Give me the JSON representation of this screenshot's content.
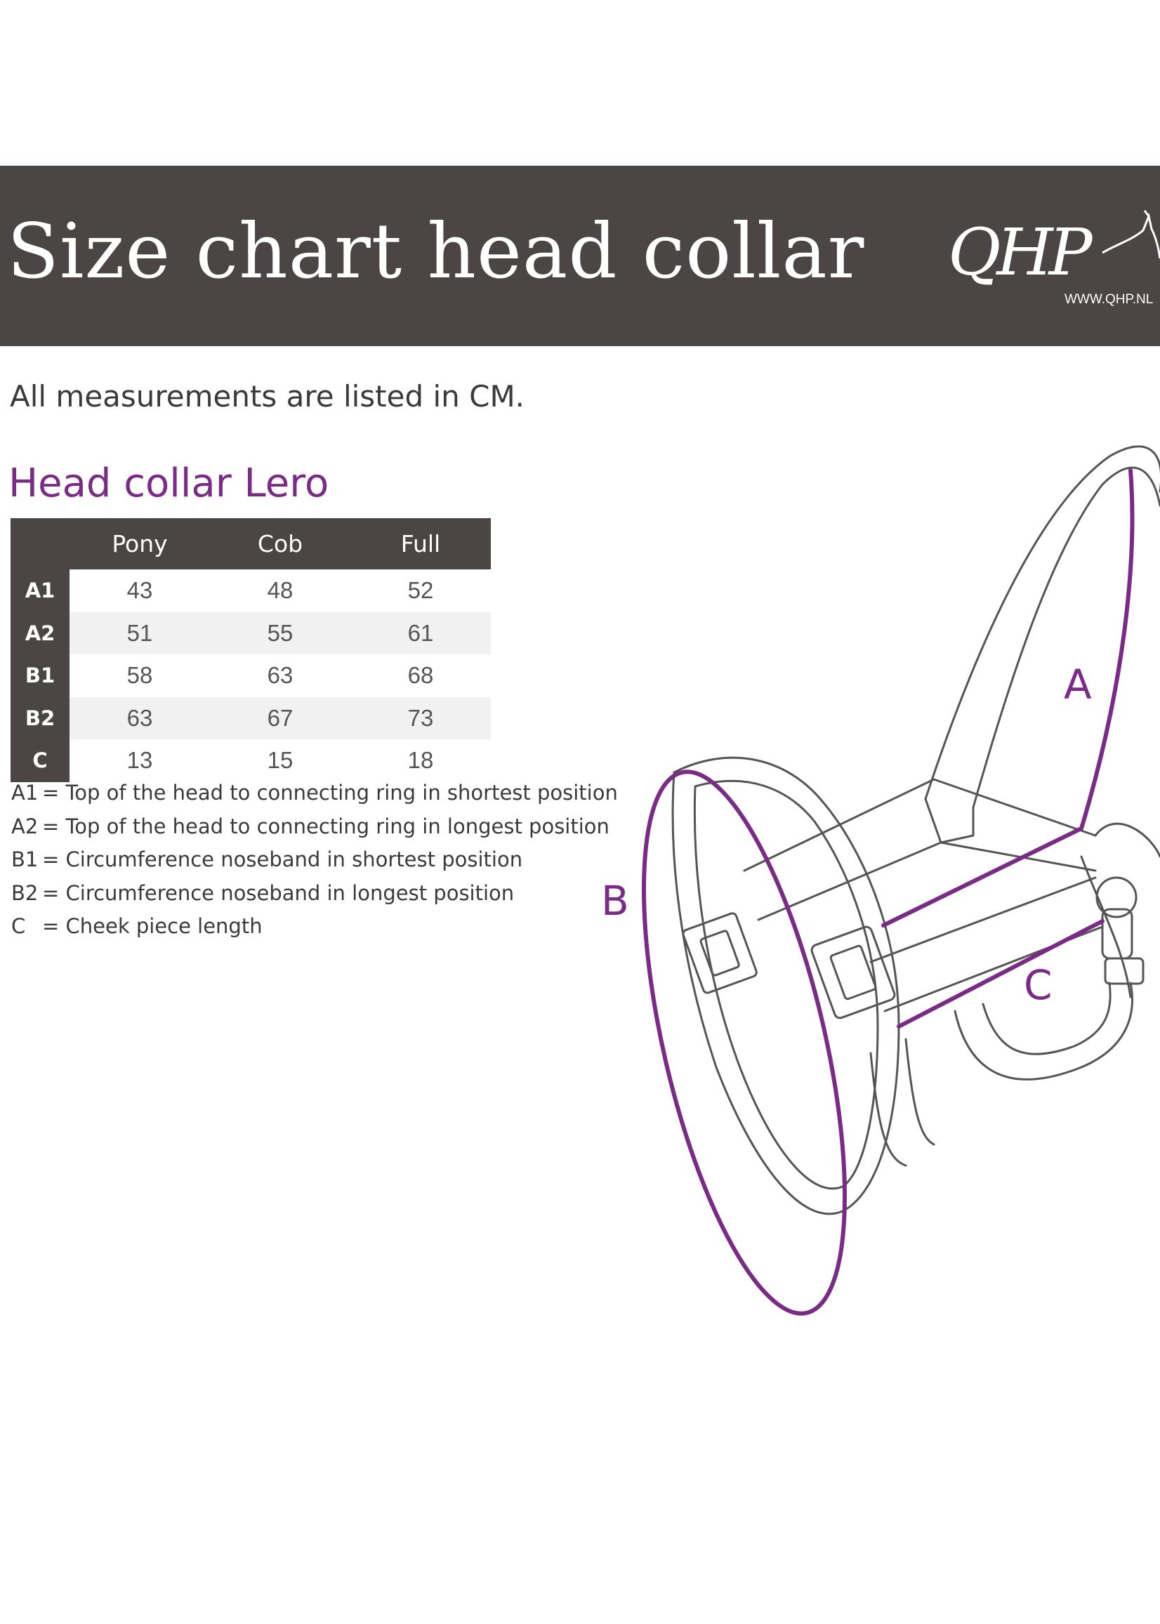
{
  "header": {
    "title": "Size chart head collar",
    "logo_text": "QHP",
    "logo_url": "WWW.QHP.NL"
  },
  "intro": "All measurements are listed in CM.",
  "section_title": "Head collar Lero",
  "table": {
    "columns": [
      "Pony",
      "Cob",
      "Full"
    ],
    "rows": [
      {
        "label": "A1",
        "values": [
          "43",
          "48",
          "52"
        ]
      },
      {
        "label": "A2",
        "values": [
          "51",
          "55",
          "61"
        ]
      },
      {
        "label": "B1",
        "values": [
          "58",
          "63",
          "68"
        ]
      },
      {
        "label": "B2",
        "values": [
          "63",
          "67",
          "73"
        ]
      },
      {
        "label": "C",
        "values": [
          "13",
          "15",
          "18"
        ]
      }
    ]
  },
  "legend": [
    {
      "key": "A1",
      "text": "= Top of the head to connecting ring in shortest position"
    },
    {
      "key": "A2",
      "text": "= Top of the head to connecting ring in longest position"
    },
    {
      "key": "B1",
      "text": "= Circumference noseband in shortest position"
    },
    {
      "key": "B2",
      "text": "= Circumference noseband in longest position"
    },
    {
      "key": "C",
      "text": "= Cheek piece length"
    }
  ],
  "diagram": {
    "label_a": "A",
    "label_b": "B",
    "label_c": "C",
    "accent_color": "#7a2b86",
    "line_color": "#555555"
  }
}
